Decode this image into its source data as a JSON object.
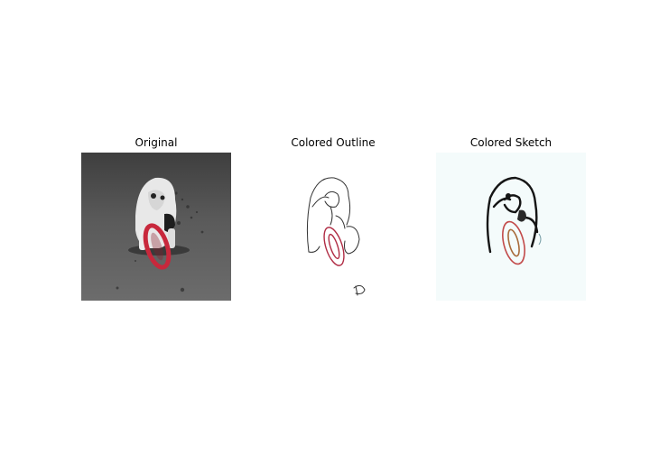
{
  "figure": {
    "panels": [
      {
        "title": "Original",
        "image": "grayscale photo of a white dog carrying a red ring toy on sandy ground"
      },
      {
        "title": "Colored Outline",
        "image": "sparse outline drawing of the dog with red ring on white"
      },
      {
        "title": "Colored Sketch",
        "image": "bold black-line sketch of the dog with red/brown ring on pale cyan-white"
      }
    ]
  },
  "colors": {
    "background": "#ffffff",
    "photo_ground": "#5b5b5b",
    "dog_white": "#e6e6e6",
    "toy_red": "#c8283c",
    "sketch_bg": "#f4fbfb",
    "line": "#222222"
  }
}
